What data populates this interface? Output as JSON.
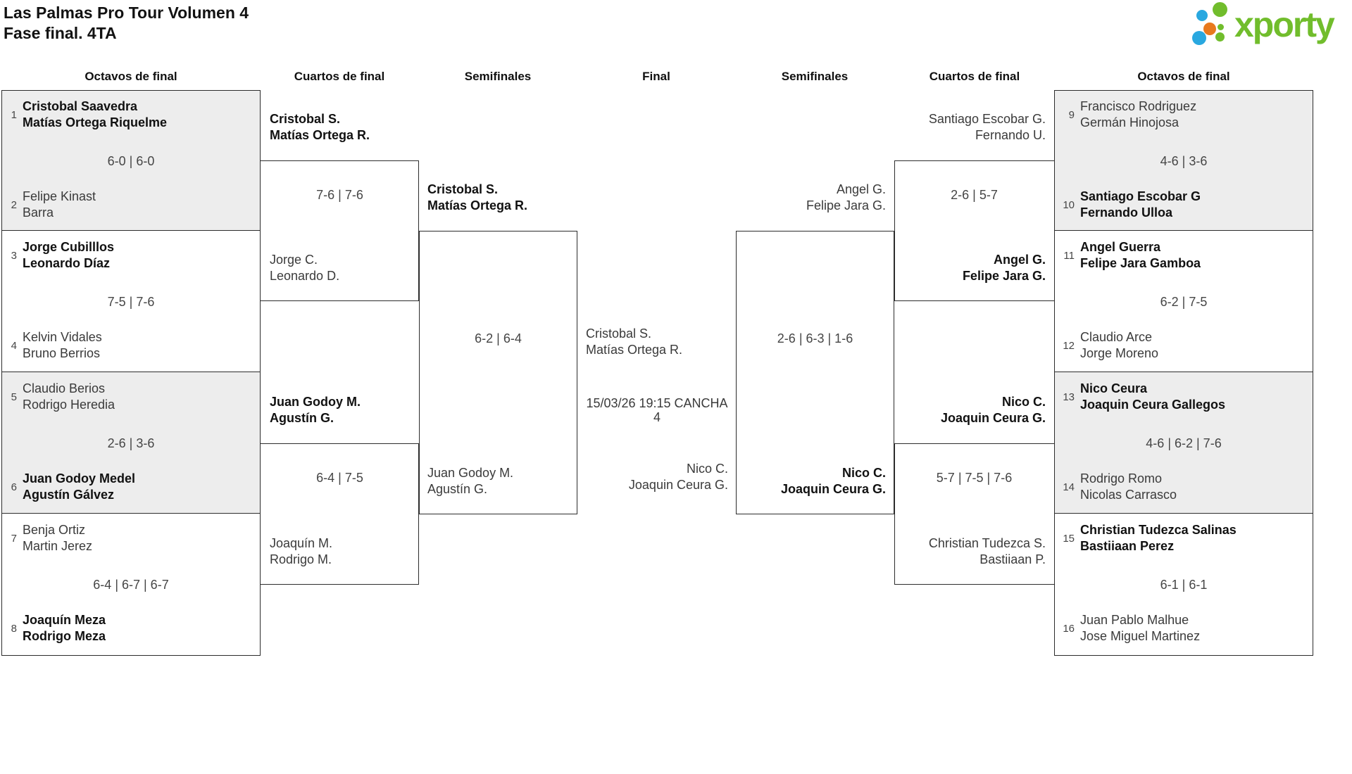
{
  "title": {
    "line1": "Las Palmas Pro Tour Volumen 4",
    "line2": "Fase final. 4TA"
  },
  "logo": {
    "brand": "xporty",
    "green": "#71bd2c",
    "blue": "#29a8e0",
    "orange": "#e8791e"
  },
  "headers": [
    "Octavos de final",
    "Cuartos de final",
    "Semifinales",
    "Final",
    "Semifinales",
    "Cuartos de final",
    "Octavos de final"
  ],
  "colors": {
    "box_fill": "#ededed",
    "border": "#2c2c2c",
    "winner_text": "#111111",
    "team_text": "#3a3a3a"
  },
  "r16L": {
    "m1": {
      "s1": "1",
      "t1a": "Cristobal Saavedra",
      "t1b": "Matías Ortega Riquelme",
      "score": "6-0 | 6-0",
      "s2": "2",
      "t2a": "Felipe Kinast",
      "t2b": "Barra"
    },
    "m2": {
      "s1": "3",
      "t1a": "Jorge Cubilllos",
      "t1b": "Leonardo Díaz",
      "score": "7-5 | 7-6",
      "s2": "4",
      "t2a": "Kelvin Vidales",
      "t2b": "Bruno Berrios"
    },
    "m3": {
      "s1": "5",
      "t1a": "Claudio Berios",
      "t1b": "Rodrigo Heredia",
      "score": "2-6 | 3-6",
      "s2": "6",
      "t2a": "Juan Godoy Medel",
      "t2b": "Agustín Gálvez"
    },
    "m4": {
      "s1": "7",
      "t1a": "Benja Ortiz",
      "t1b": "Martin Jerez",
      "score": "6-4 | 6-7 | 6-7",
      "s2": "8",
      "t2a": "Joaquín Meza",
      "t2b": "Rodrigo Meza"
    }
  },
  "r16R": {
    "m1": {
      "s1": "9",
      "t1a": "Francisco Rodriguez",
      "t1b": "Germán Hinojosa",
      "score": "4-6 | 3-6",
      "s2": "10",
      "t2a": "Santiago Escobar G",
      "t2b": "Fernando Ulloa"
    },
    "m2": {
      "s1": "11",
      "t1a": "Angel Guerra",
      "t1b": "Felipe Jara Gamboa",
      "score": "6-2 | 7-5",
      "s2": "12",
      "t2a": "Claudio Arce",
      "t2b": "Jorge Moreno"
    },
    "m3": {
      "s1": "13",
      "t1a": "Nico Ceura",
      "t1b": "Joaquin Ceura Gallegos",
      "score": "4-6 | 6-2 | 7-6",
      "s2": "14",
      "t2a": "Rodrigo Romo",
      "t2b": "Nicolas Carrasco"
    },
    "m4": {
      "s1": "15",
      "t1a": "Christian Tudezca Salinas",
      "t1b": "Bastiiaan Perez",
      "score": "6-1 | 6-1",
      "s2": "16",
      "t2a": "Juan Pablo Malhue",
      "t2b": "Jose Miguel Martinez"
    }
  },
  "qfL": {
    "m1": {
      "t1a": "Cristobal S.",
      "t1b": "Matías Ortega R.",
      "score": "7-6 | 7-6",
      "t2a": "Jorge C.",
      "t2b": "Leonardo D."
    },
    "m2": {
      "t1a": "Juan Godoy M.",
      "t1b": "Agustín G.",
      "score": "6-4 | 7-5",
      "t2a": "Joaquín M.",
      "t2b": "Rodrigo M."
    }
  },
  "qfR": {
    "m1": {
      "t1a": "Santiago Escobar G.",
      "t1b": "Fernando U.",
      "score": "2-6 | 5-7",
      "t2a": "Angel G.",
      "t2b": "Felipe Jara G."
    },
    "m2": {
      "t1a": "Nico C.",
      "t1b": "Joaquin Ceura G.",
      "score": "5-7 | 7-5 | 7-6",
      "t2a": "Christian Tudezca S.",
      "t2b": "Bastiiaan P."
    }
  },
  "sfL": {
    "t1a": "Cristobal S.",
    "t1b": "Matías Ortega R.",
    "score": "6-2 | 6-4",
    "t2a": "Juan Godoy M.",
    "t2b": "Agustín G."
  },
  "sfR": {
    "t1a": "Angel G.",
    "t1b": "Felipe Jara G.",
    "score": "2-6 | 6-3 | 1-6",
    "t2a": "Nico C.",
    "t2b": "Joaquin Ceura G."
  },
  "final": {
    "t1a": "Cristobal S.",
    "t1b": "Matías Ortega R.",
    "sched1": "15/03/26 19:15 CANCHA",
    "sched2": "4",
    "t2a": "Nico C.",
    "t2b": "Joaquin Ceura G."
  }
}
